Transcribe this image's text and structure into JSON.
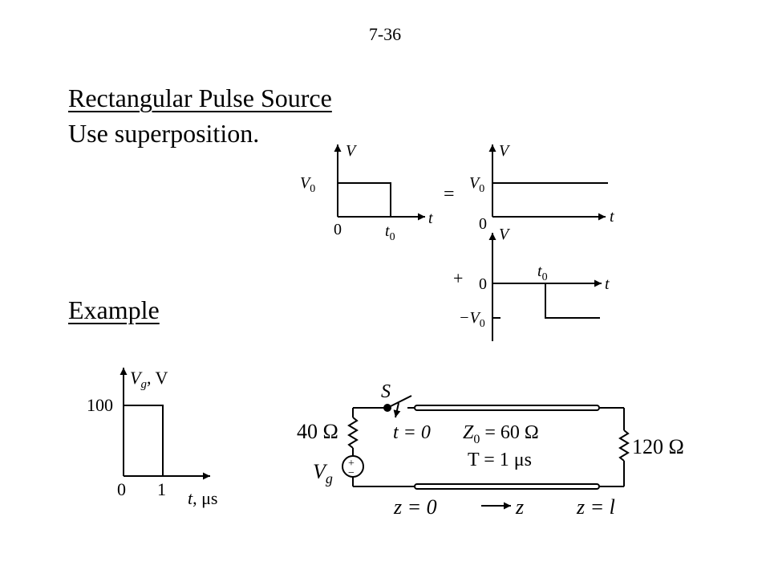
{
  "page_number": "7-36",
  "title": "Rectangular Pulse Source",
  "subtitle": "Use superposition.",
  "example_heading": "Example",
  "superposition": {
    "v_axis": "V",
    "t_axis": "t",
    "amplitude": "V",
    "amplitude_sub": "0",
    "neg_amplitude": "−V",
    "origin": "0",
    "t0": "t",
    "t0_sub": "0",
    "equals_sign": "=",
    "plus_sign": "+"
  },
  "example_plot": {
    "y_axis_main": "V",
    "y_axis_sub": "g",
    "y_axis_unit": ", V",
    "y_tick": "100",
    "x_tick_0": "0",
    "x_tick_1": "1",
    "x_axis_var": "t",
    "x_axis_unit": ", μs"
  },
  "circuit": {
    "switch_label": "S",
    "switch_time": "t = 0",
    "source_resistance": "40 Ω",
    "source_main": "V",
    "source_sub": "g",
    "z0_main": "Z",
    "z0_sub": "0",
    "z0_value": " = 60 Ω",
    "delay": "T = 1 μs",
    "load": "120 Ω",
    "z_start": "z = 0",
    "z_dir": "z",
    "z_end": "z = l",
    "plus": "+",
    "minus": "−"
  }
}
